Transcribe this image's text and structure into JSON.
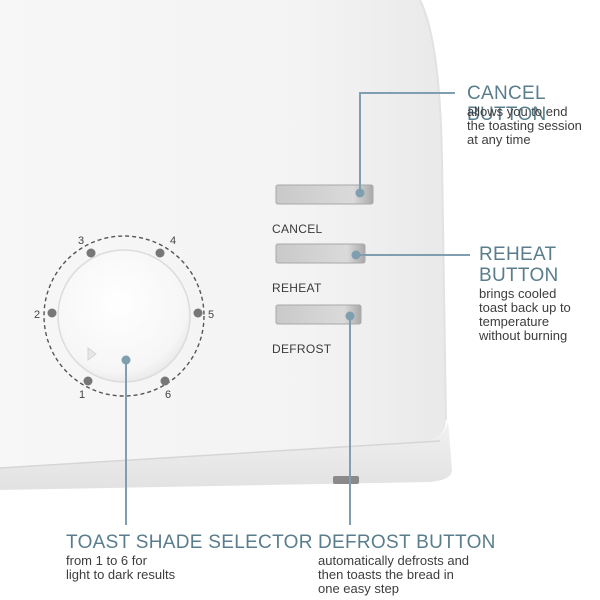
{
  "dial": {
    "numbers": [
      "1",
      "2",
      "3",
      "4",
      "5",
      "6"
    ]
  },
  "buttons": {
    "cancel_label": "CANCEL",
    "reheat_label": "REHEAT",
    "defrost_label": "DEFROST"
  },
  "callouts": {
    "cancel": {
      "title": "CANCEL BUTTON",
      "lines": [
        "allows you to end",
        "the toasting session",
        "at any time"
      ]
    },
    "reheat": {
      "title_lines": [
        "REHEAT",
        "BUTTON"
      ],
      "lines": [
        "brings cooled",
        "toast back up to",
        "temperature",
        "without burning"
      ]
    },
    "shade": {
      "title": "TOAST SHADE SELECTOR",
      "lines": [
        "from 1 to 6 for",
        "light to dark results"
      ]
    },
    "defrost": {
      "title": "DEFROST BUTTON",
      "lines": [
        "automatically defrosts and",
        "then toasts the bread in",
        "one easy step"
      ]
    }
  },
  "colors": {
    "accent": "#5a7d8d",
    "leader_line": "#7f9fb0",
    "toaster_body": "#f4f4f4"
  }
}
